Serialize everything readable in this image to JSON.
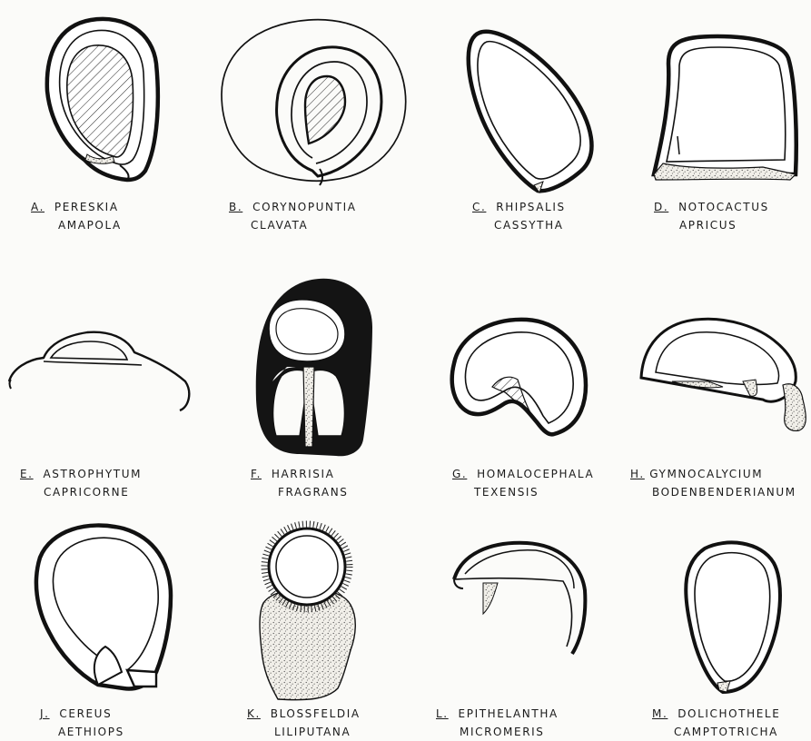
{
  "figures": [
    {
      "letter": "A.",
      "line1": "PERESKIA",
      "line2": "AMAPOLA"
    },
    {
      "letter": "B.",
      "line1": "CORYNOPUNTIA",
      "line2": "CLAVATA"
    },
    {
      "letter": "C.",
      "line1": "RHIPSALIS",
      "line2": "CASSYTHA"
    },
    {
      "letter": "D.",
      "line1": "NOTOCACTUS",
      "line2": "APRICUS"
    },
    {
      "letter": "E.",
      "line1": "ASTROPHYTUM",
      "line2": "CAPRICORNE"
    },
    {
      "letter": "F.",
      "line1": "HARRISIA",
      "line2": "FRAGRANS"
    },
    {
      "letter": "G.",
      "line1": "HOMALOCEPHALA",
      "line2": "TEXENSIS"
    },
    {
      "letter": "H.",
      "line1": "GYMNOCALYCIUM",
      "line2": "BODENBENDERIANUM"
    },
    {
      "letter": "J.",
      "line1": "CEREUS",
      "line2": "AETHIOPS"
    },
    {
      "letter": "K.",
      "line1": "BLOSSFELDIA",
      "line2": "LILIPUTANA"
    },
    {
      "letter": "L.",
      "line1": "EPITHELANTHA",
      "line2": "MICROMERIS"
    },
    {
      "letter": "M.",
      "line1": "DOLICHOTHELE",
      "line2": "CAMPTOTRICHA"
    }
  ]
}
